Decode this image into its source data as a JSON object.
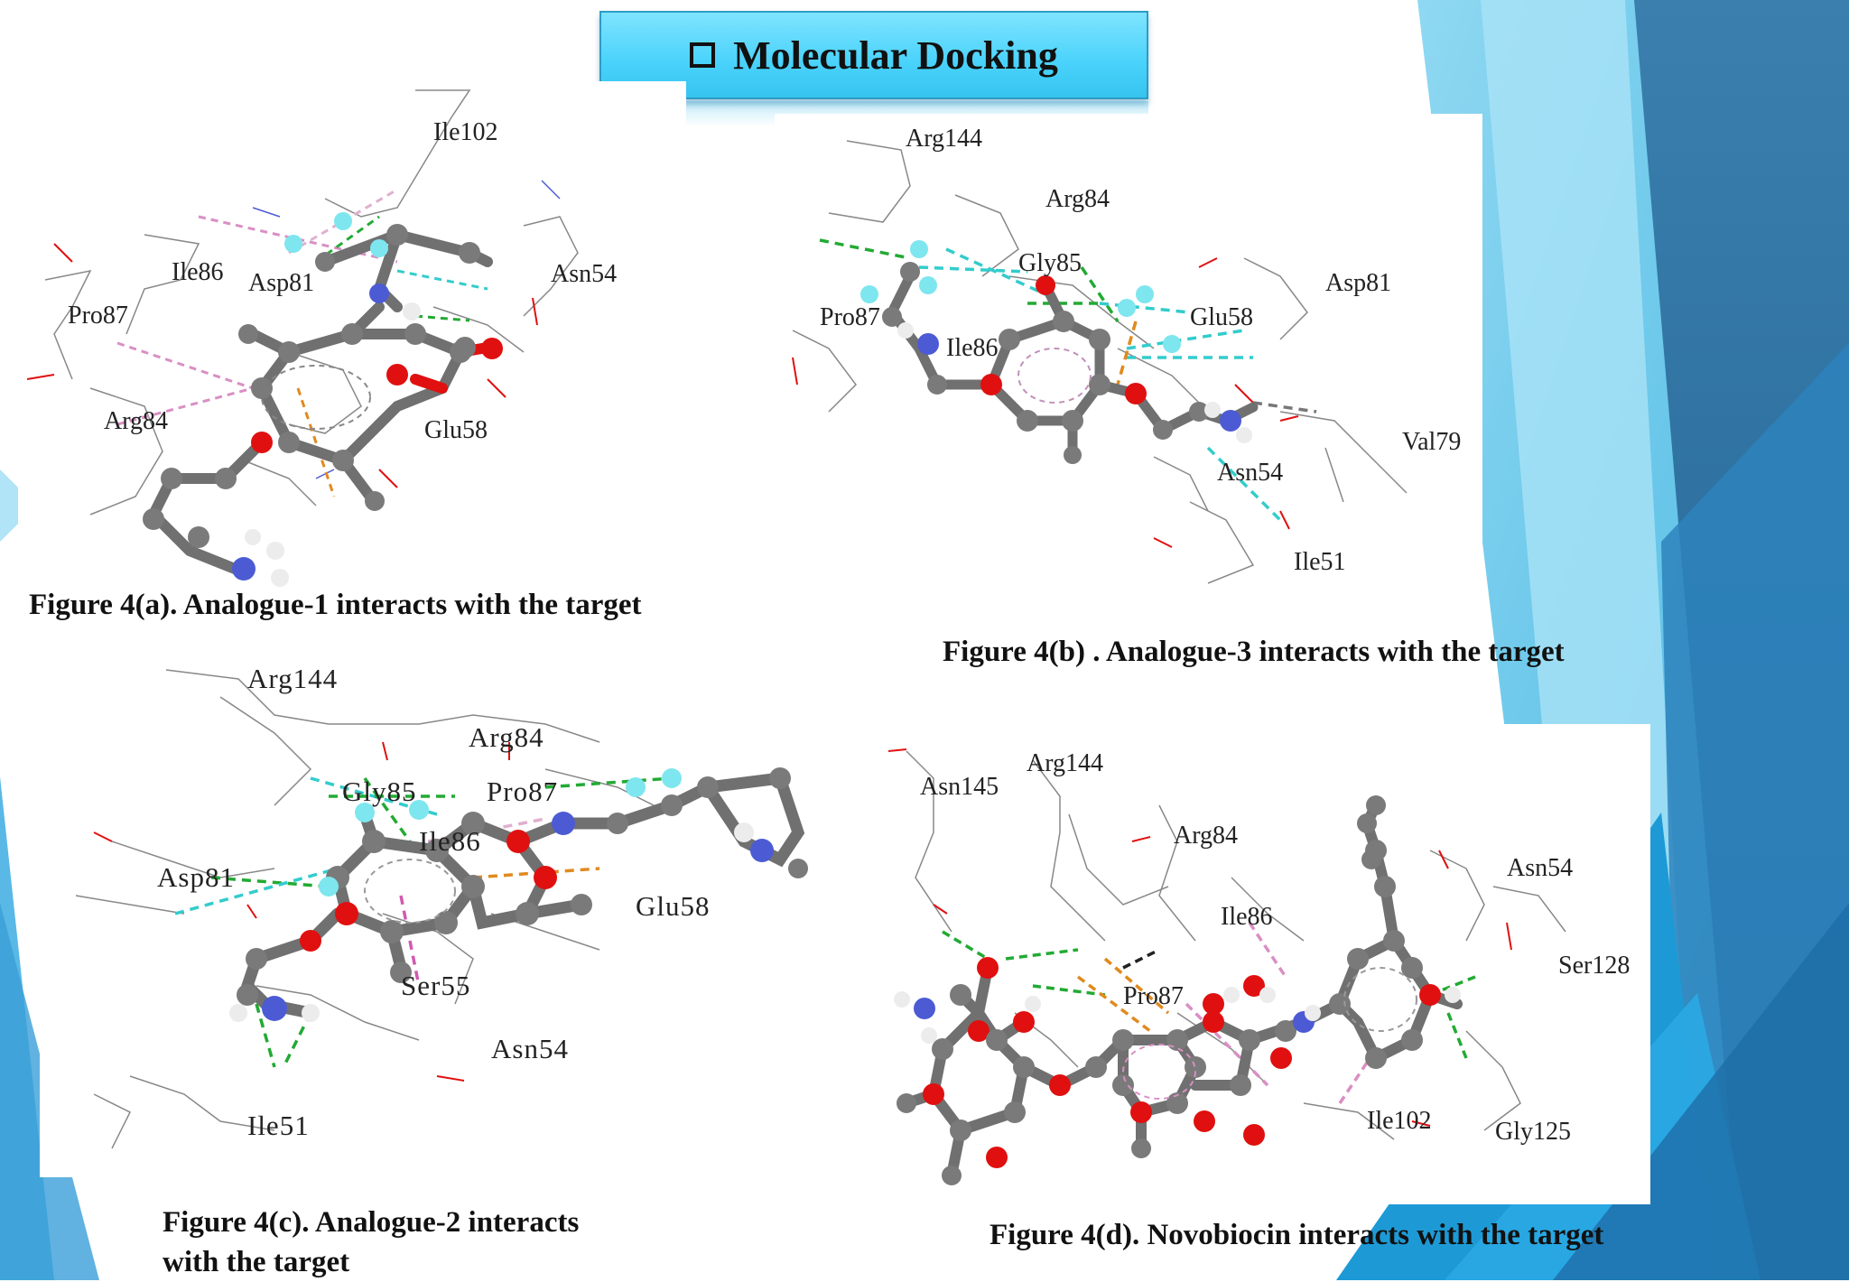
{
  "title": "Molecular Docking",
  "panels": [
    {
      "id": "a",
      "caption": "Figure 4(a). Analogue-1 interacts with the target",
      "residues": [
        "Ile102",
        "Ile86",
        "Asp81",
        "Asn54",
        "Pro87",
        "Arg84",
        "Glu58"
      ]
    },
    {
      "id": "b",
      "caption": "Figure 4(b) . Analogue-3 interacts with the target",
      "residues": [
        "Arg144",
        "Arg84",
        "Gly85",
        "Asp81",
        "Pro87",
        "Glu58",
        "Ile86",
        "Val79",
        "Asn54",
        "Ile51"
      ]
    },
    {
      "id": "c",
      "caption_line1": "Figure 4(c). Analogue-2 interacts",
      "caption_line2": "with the target",
      "residues": [
        "Arg144",
        "Arg84",
        "Gly85",
        "Pro87",
        "Ile86",
        "Asp81",
        "Glu58",
        "Ser55",
        "Asn54",
        "Ile51"
      ]
    },
    {
      "id": "d",
      "caption": "Figure 4(d). Novobiocin interacts with the target",
      "residues": [
        "Asn145",
        "Arg144",
        "Arg84",
        "Ile86",
        "Asn54",
        "Ser128",
        "Pro87",
        "Ile102",
        "Gly125"
      ]
    }
  ],
  "colors": {
    "carbon": "#7a7a7a",
    "oxygen": "#e01010",
    "nitrogen": "#4c5bd4",
    "fluorine": "#7ee6ee",
    "hydrogen": "#ececec",
    "hbond": "#22aa33",
    "halogen": "#33cccc",
    "pi": "#e08a1e",
    "alkyl": "#d98fc4"
  }
}
